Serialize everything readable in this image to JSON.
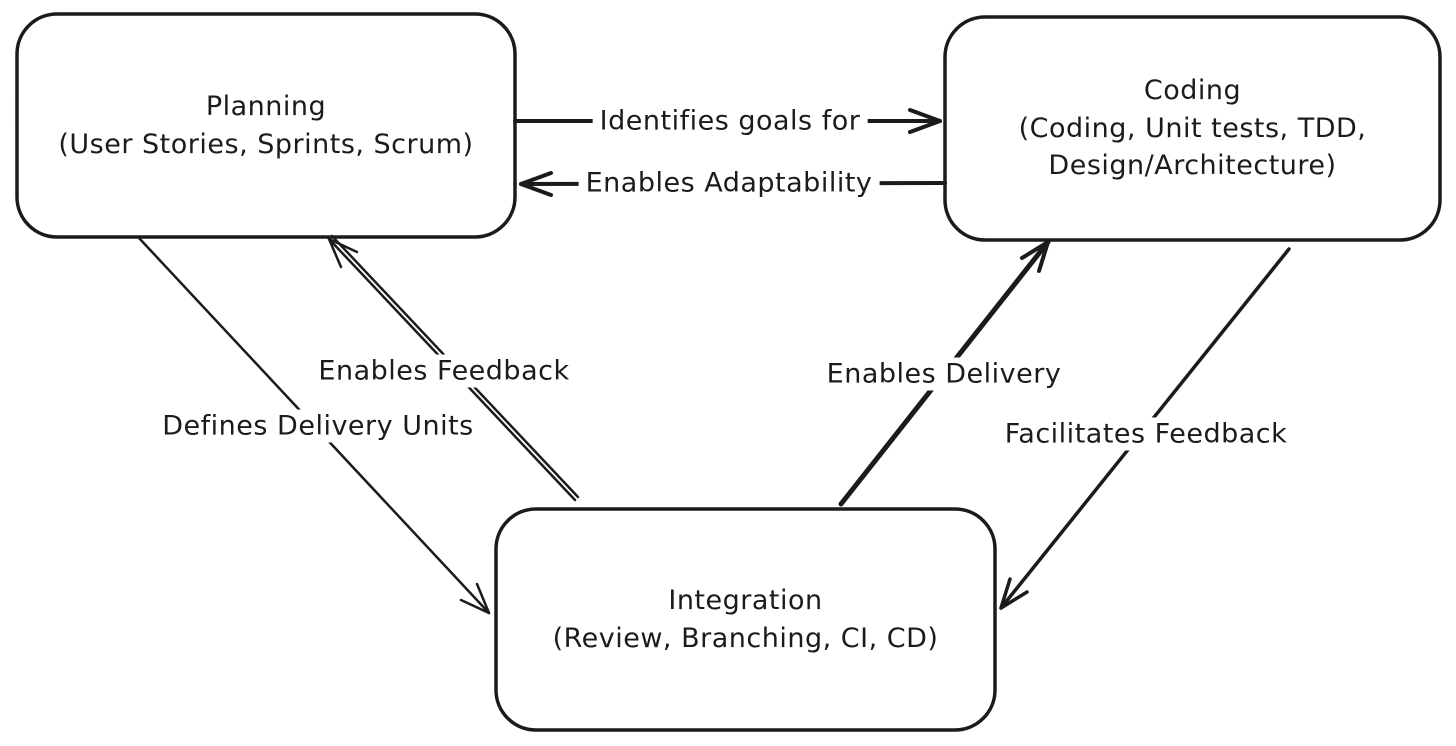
{
  "diagram": {
    "background_color": "#ffffff",
    "stroke_color": "#1b1b1b",
    "nodes": [
      {
        "id": "planning",
        "title": "Planning",
        "subtitle": "(User Stories, Sprints, Scrum)"
      },
      {
        "id": "coding",
        "title": "Coding",
        "subtitle": "(Coding, Unit tests, TDD,\nDesign/Architecture)"
      },
      {
        "id": "integration",
        "title": "Integration",
        "subtitle": "(Review, Branching, CI, CD)"
      }
    ],
    "edges": [
      {
        "id": "planning-to-coding",
        "from": "planning",
        "to": "coding",
        "label": "Identifies goals for"
      },
      {
        "id": "coding-to-planning",
        "from": "coding",
        "to": "planning",
        "label": "Enables Adaptability"
      },
      {
        "id": "planning-to-integration",
        "from": "planning",
        "to": "integration",
        "label": "Defines Delivery Units"
      },
      {
        "id": "integration-to-planning",
        "from": "integration",
        "to": "planning",
        "label": "Enables Feedback"
      },
      {
        "id": "integration-to-coding",
        "from": "integration",
        "to": "coding",
        "label": "Enables Delivery"
      },
      {
        "id": "coding-to-integration",
        "from": "coding",
        "to": "integration",
        "label": "Facilitates Feedback"
      }
    ]
  }
}
